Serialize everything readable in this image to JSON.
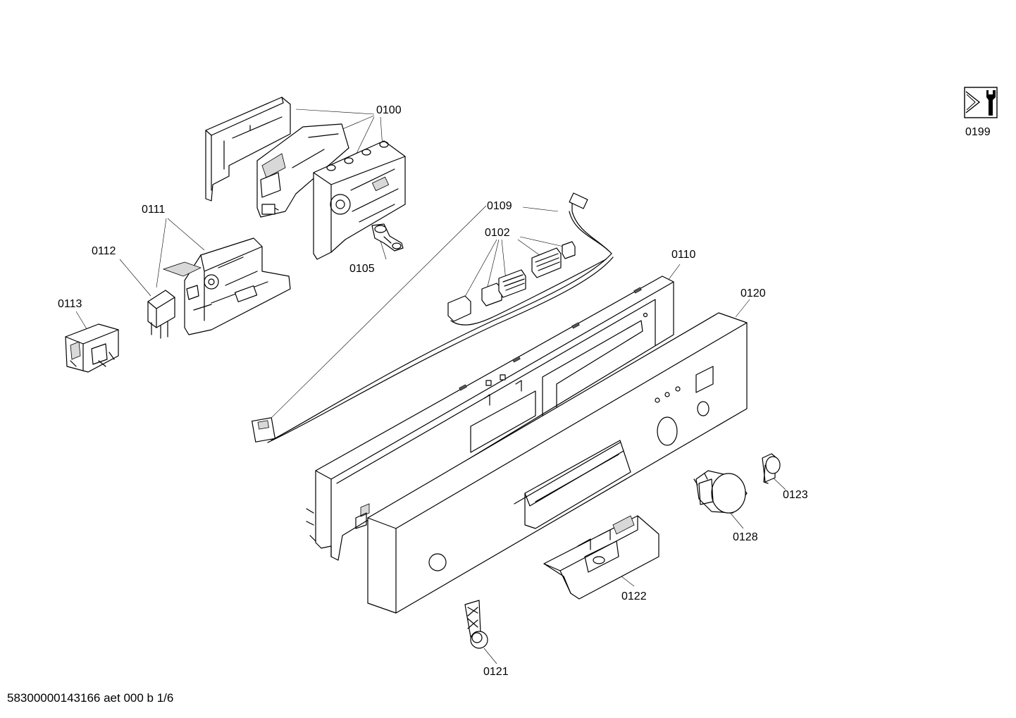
{
  "parts": [
    {
      "id": "0100",
      "text": "0100"
    },
    {
      "id": "0102",
      "text": "0102"
    },
    {
      "id": "0105",
      "text": "0105"
    },
    {
      "id": "0109",
      "text": "0109"
    },
    {
      "id": "0110",
      "text": "0110"
    },
    {
      "id": "0111",
      "text": "0111"
    },
    {
      "id": "0112",
      "text": "0112"
    },
    {
      "id": "0113",
      "text": "0113"
    },
    {
      "id": "0120",
      "text": "0120"
    },
    {
      "id": "0121",
      "text": "0121"
    },
    {
      "id": "0122",
      "text": "0122"
    },
    {
      "id": "0123",
      "text": "0123"
    },
    {
      "id": "0128",
      "text": "0128"
    },
    {
      "id": "0199",
      "text": "0199"
    }
  ],
  "footer": {
    "document_code": "58300000143166 aet 000 b 1/6"
  }
}
